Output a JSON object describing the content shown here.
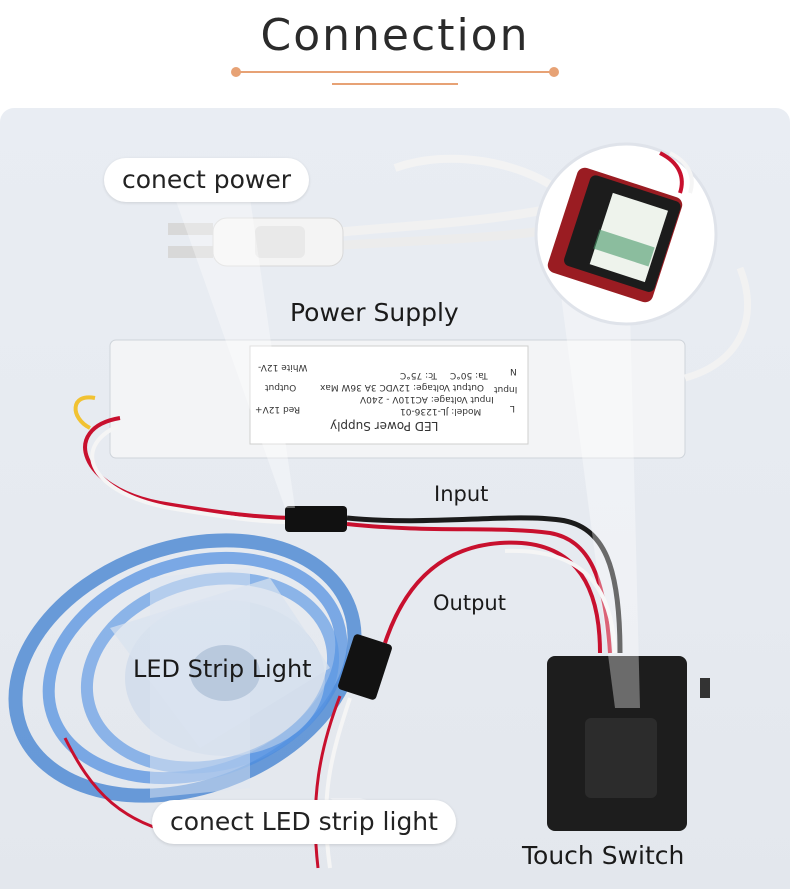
{
  "header": {
    "title": "Connection"
  },
  "callouts": {
    "connect_power": "conect power",
    "connect_led": "conect LED strip light"
  },
  "labels": {
    "power_supply": "Power Supply",
    "input": "Input",
    "output": "Output",
    "led_strip_light": "LED Strip Light",
    "touch_switch": "Touch Switch"
  },
  "psu_label": {
    "brand": "LED Power Supply",
    "model": "Model: JL-1236-01",
    "input_voltage": "Input Voltage: AC110V - 240V",
    "output_voltage": "Output Voltage: 12VDC 3A 36W Max",
    "ta": "Ta: 50°C",
    "tc": "Tc: 75°C",
    "input_side": "Input",
    "output_side": "Output",
    "red": "Red 12V+",
    "white": "White 12V-",
    "n": "N",
    "l": "L"
  },
  "colors": {
    "accent": "#e7a275",
    "wire_red": "#c8102e",
    "wire_black": "#1b1b1b",
    "led_blue": "#3d7fd0",
    "switch_black": "#1d1d1d"
  }
}
